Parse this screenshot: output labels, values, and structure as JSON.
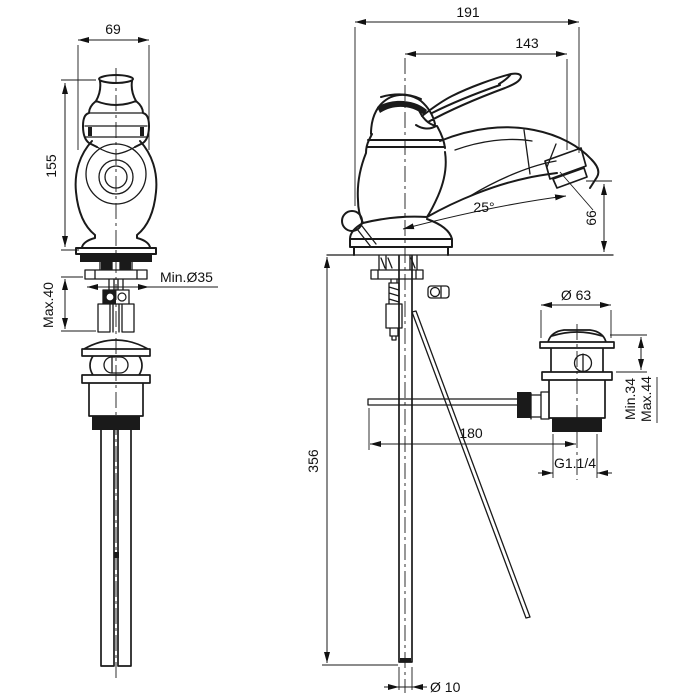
{
  "colors": {
    "line": "#1a1a1a",
    "background": "#ffffff"
  },
  "front_view": {
    "width": "69",
    "height": "155",
    "deck_thickness": "Max.40",
    "hole_diameter": "Min.Ø35"
  },
  "side_view": {
    "overall_depth": "191",
    "spout_reach": "143",
    "spout_angle": "25°",
    "spout_height": "66",
    "supply_length": "356",
    "rod_offset": "180",
    "supply_diameter": "Ø 10"
  },
  "drain": {
    "flange_diameter": "Ø 63",
    "clamp_min": "Min.34",
    "clamp_max": "Max.44",
    "thread_size": "G1.1/4"
  }
}
